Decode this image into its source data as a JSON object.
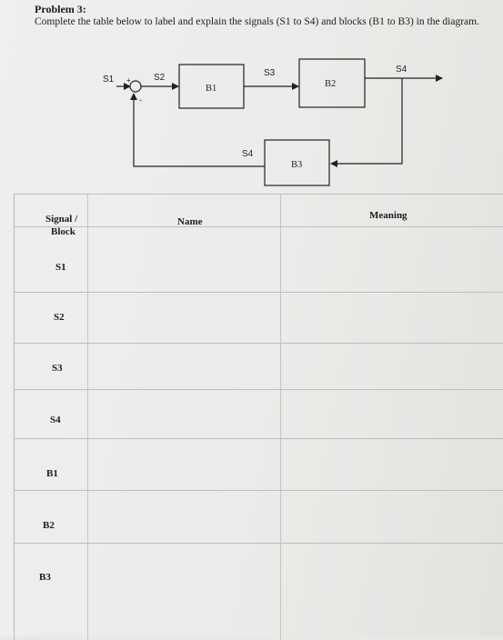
{
  "problem": {
    "title": "Problem 3:",
    "instruction": "Complete the table below to label and explain the signals (S1 to S4) and blocks (B1 to B3) in the diagram."
  },
  "diagram": {
    "signals": {
      "s1": "S1",
      "plus": "+",
      "minus": "-",
      "s2": "S2",
      "s3": "S3",
      "s4_out": "S4",
      "s4_feedback": "S4"
    },
    "blocks": {
      "b1": "B1",
      "b2": "B2",
      "b3": "B3"
    }
  },
  "table": {
    "headers": {
      "signal_block_line1": "Signal /",
      "signal_block_line2": "Block",
      "name": "Name",
      "meaning": "Meaning"
    },
    "rows": [
      "S1",
      "S2",
      "S3",
      "S4",
      "B1",
      "B2",
      "B3"
    ]
  }
}
